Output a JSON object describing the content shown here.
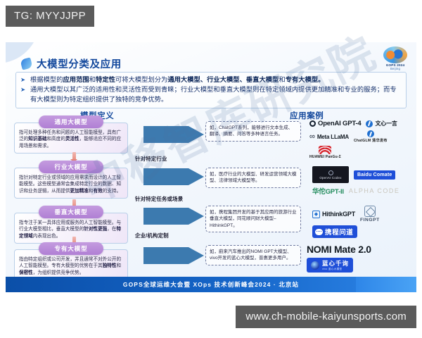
{
  "overlays": {
    "tag_badge": "TG: MYYJJPP",
    "url_badge": "www.ch-mobile-kaiyunsports.com",
    "diagonal_watermark": "中移智库研究院"
  },
  "slide": {
    "title": "大模型分类及应用",
    "logo": {
      "name": "gops-logo-icon",
      "line1": "GOPS 2024",
      "line2": "Beijing"
    },
    "intro": [
      "根据模型的<b>应用范围</b>和<b>特定性</b>可将大模型划分为<b>通用大模型、行业大模型、垂直大模型</b>和<b>专有大模型。</b>",
      "通用大模型以其广泛的适用性和灵活性而受到青睐；行业大模型和垂直大模型则在特定领域内提供更加精准和专业的服务；而专有大模型则为特定组织提供了独特的竞争优势。"
    ],
    "columns": {
      "definitions_header": "模型定义",
      "cases_header": "应用案例"
    },
    "bottom_band": "GOPS全球运维大会暨 XOps 技术创新峰会2024 · 北京站"
  },
  "rows": [
    {
      "pill": "通用大模型",
      "definition": "指可处理多种任务和问题的人工智能模型，具有广泛的<b>知识基础</b>和高度的<b>灵活性</b>，能够适应不同的应用场景和需求。",
      "connector_label": "针对特定行业",
      "case_text": "如，ChatGPT系列，能够进行文本生成、翻译、摘要、问答等多种语言任务。",
      "logos": [
        "OpenAI GPT-4",
        "文心一言",
        "Meta LLaMA",
        "ChatGLM 清华发布",
        "HUAWEI PanGu-Σ"
      ]
    },
    {
      "pill": "行业大模型",
      "definition": "指针对特定行业或领域的应用需求而设计的人工智能模型。这些模型通常会集成特定行业的数据、知识和业务逻辑，从而提供<b>更加精准</b>和<b>有效</b>的支持。",
      "connector_label": "针对特定任务或场景",
      "case_text": "如，医疗行业的大模型、研发运营领域大模型、法律领域大模型等。",
      "logos": [
        "OpenAI Codex",
        "Baidu Comate",
        "华佗GPT-II",
        "ALPHA CODE"
      ]
    },
    {
      "pill": "垂直大模型",
      "definition": "指专注于某一具体应用或服务的人工智能模型。与行业大模型相比，垂直大模型的<b>针对性更强</b>，在<b>特定领域</b>内表现出色。",
      "connector_label": "企业/机构定制",
      "case_text": "如，携程集团开发的基于其应用的旅游行业垂直大模型，同花顺问财大模型–HithinkGPT。",
      "logos": [
        "HithinkGPT",
        "携程问道",
        "FINGPT"
      ]
    },
    {
      "pill": "专有大模型",
      "definition": "指由特定组织或公司开发，并且通常不对外公开的人工智能模型。专有大模型的优势在于其<b>独特性</b>和<b>保密性</b>，为组织提供竞争优势。",
      "connector_label": "",
      "case_text": "如，蔚来汽车推出的NOMI GPT大模型、vivo开发的蓝心大模型，普惠更多用户。",
      "logos": [
        "NOMI Mate 2.0",
        "蓝心千询"
      ]
    }
  ]
}
